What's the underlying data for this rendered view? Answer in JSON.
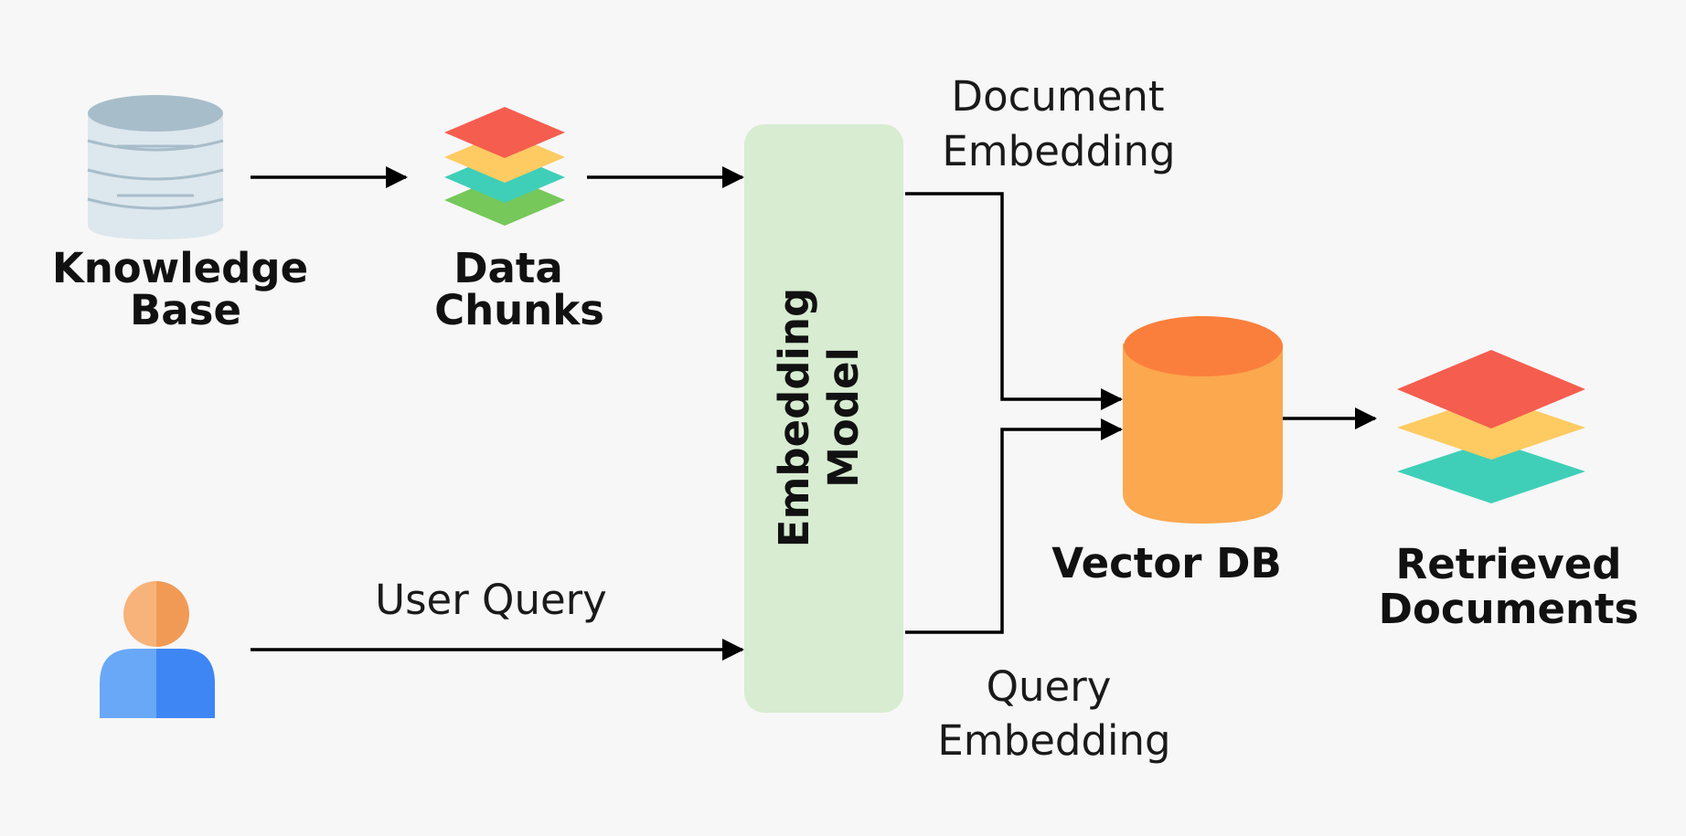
{
  "nodes": {
    "knowledge_base": {
      "line1": "Knowledge",
      "line2": "Base"
    },
    "data_chunks": {
      "line1": "Data",
      "line2": "Chunks"
    },
    "embedding_model": {
      "line1": "Embedding",
      "line2": "Model"
    },
    "vector_db": {
      "label": "Vector DB"
    },
    "retrieved_documents": {
      "line1": "Retrieved",
      "line2": "Documents"
    }
  },
  "edges": {
    "document_embedding": {
      "line1": "Document",
      "line2": "Embedding"
    },
    "user_query": {
      "label": "User Query"
    },
    "query_embedding": {
      "line1": "Query",
      "line2": "Embedding"
    }
  },
  "colors": {
    "background": "#f7f7f7",
    "database_icon": "#dde7ee",
    "database_icon_top": "#a8bdca",
    "embedding_box": "#d7ecd1",
    "vector_db_body": "#fba84f",
    "vector_db_top": "#fb7f3c",
    "layer_red": "#f55d4f",
    "layer_yellow": "#fdcb62",
    "layer_teal": "#3fcfb8",
    "layer_green": "#76c85a",
    "user_head_light": "#f7b37a",
    "user_head_dark": "#f19a55",
    "user_body_light": "#68a8f7",
    "user_body_dark": "#3d86f3"
  }
}
